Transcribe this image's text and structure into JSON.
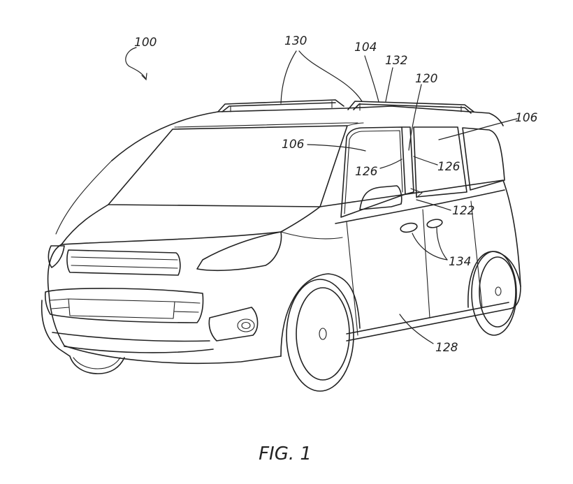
{
  "figure": {
    "caption": "FIG. 1",
    "labels": {
      "l100": "100",
      "l130": "130",
      "l104": "104",
      "l132": "132",
      "l120": "120",
      "l106a": "106",
      "l106b": "106",
      "l126a": "126",
      "l126b": "126",
      "l122": "122",
      "l134": "134",
      "l128": "128"
    }
  }
}
